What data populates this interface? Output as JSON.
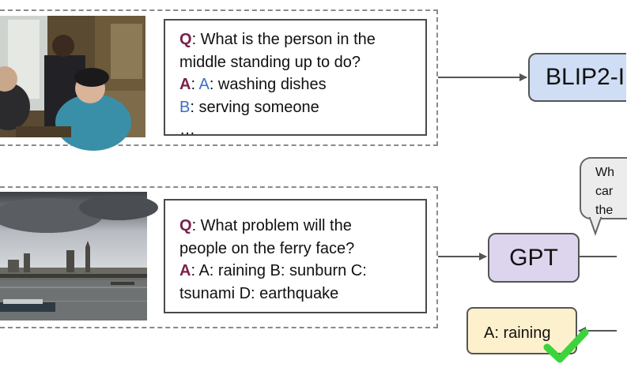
{
  "example_top": {
    "question_key": "Q",
    "question_text": ": What is the person in the",
    "question_text_2": "middle standing up to do?",
    "answer_key": "A",
    "answer_sep": ": ",
    "option_a_letter": "A",
    "option_a_text": ": washing dishes",
    "option_b_letter": "B",
    "option_b_text": ": serving someone",
    "ellipsis": "…"
  },
  "example_bottom": {
    "question_key": "Q",
    "question_text": ": What problem will the",
    "question_text_2": "people on the ferry face?",
    "answer_key": "A",
    "answer_text": ": A: raining B: sunburn C:",
    "answer_text_2": "tsunami D: earthquake"
  },
  "models": {
    "blip": "BLIP2-I",
    "gpt": "GPT"
  },
  "bubble": {
    "line1": "Wh",
    "line2": "car",
    "line3": "the"
  },
  "final_answer": "A: raining",
  "colors": {
    "qa_key": "#7b1f4a",
    "option_blue": "#3b6fc4",
    "blip_fill": "#cfddf5",
    "gpt_fill": "#ddd5ee",
    "answer_fill": "#fdf0cc",
    "check": "#3cd43c"
  }
}
